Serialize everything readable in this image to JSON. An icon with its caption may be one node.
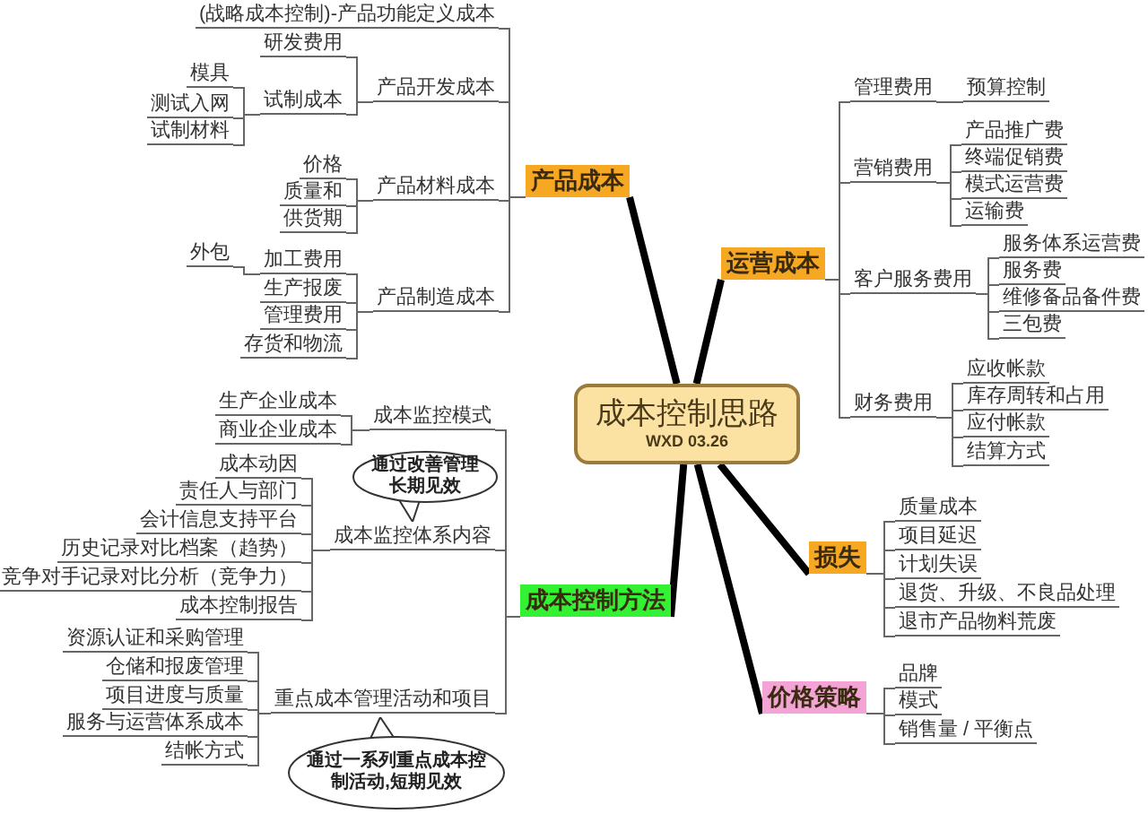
{
  "diagram": {
    "nodes": [
      {
        "text": [
          "成本控制思路",
          "WXD 03.26"
        ]
      },
      {
        "text": [
          "产品成本"
        ]
      },
      {
        "text": [
          "运营成本"
        ]
      },
      {
        "text": [
          "成本控制方法"
        ]
      },
      {
        "text": [
          "损失"
        ]
      },
      {
        "text": [
          "价格策略"
        ]
      },
      {
        "text": [
          "(战略成本控制)-产品功能定义成本"
        ]
      },
      {
        "text": [
          "产品开发成本"
        ]
      },
      {
        "text": [
          "研发费用"
        ]
      },
      {
        "text": [
          "试制成本"
        ]
      },
      {
        "text": [
          "模具"
        ]
      },
      {
        "text": [
          "测试入网"
        ]
      },
      {
        "text": [
          "试制材料"
        ]
      },
      {
        "text": [
          "产品材料成本"
        ]
      },
      {
        "text": [
          "价格"
        ]
      },
      {
        "text": [
          "质量和"
        ]
      },
      {
        "text": [
          "供货期"
        ]
      },
      {
        "text": [
          "产品制造成本"
        ]
      },
      {
        "text": [
          "加工费用"
        ]
      },
      {
        "text": [
          "外包"
        ]
      },
      {
        "text": [
          "生产报废"
        ]
      },
      {
        "text": [
          "管理费用"
        ]
      },
      {
        "text": [
          "存货和物流"
        ]
      },
      {
        "text": [
          "管理费用"
        ]
      },
      {
        "text": [
          "预算控制"
        ]
      },
      {
        "text": [
          "营销费用"
        ]
      },
      {
        "text": [
          "产品推广费"
        ]
      },
      {
        "text": [
          "终端促销费"
        ]
      },
      {
        "text": [
          "模式运营费"
        ]
      },
      {
        "text": [
          "运输费"
        ]
      },
      {
        "text": [
          "客户服务费用"
        ]
      },
      {
        "text": [
          "服务体系运营费"
        ]
      },
      {
        "text": [
          "服务费"
        ]
      },
      {
        "text": [
          "维修备品备件费"
        ]
      },
      {
        "text": [
          "三包费"
        ]
      },
      {
        "text": [
          "财务费用"
        ]
      },
      {
        "text": [
          "应收帐款"
        ]
      },
      {
        "text": [
          "库存周转和占用"
        ]
      },
      {
        "text": [
          "应付帐款"
        ]
      },
      {
        "text": [
          "结算方式"
        ]
      },
      {
        "text": [
          "质量成本"
        ]
      },
      {
        "text": [
          "项目延迟"
        ]
      },
      {
        "text": [
          "计划失误"
        ]
      },
      {
        "text": [
          "退货、升级、不良品处理"
        ]
      },
      {
        "text": [
          "退市产品物料荒废"
        ]
      },
      {
        "text": [
          "品牌"
        ]
      },
      {
        "text": [
          "模式"
        ]
      },
      {
        "text": [
          "销售量 / 平衡点"
        ]
      },
      {
        "text": [
          "成本监控模式"
        ]
      },
      {
        "text": [
          "生产企业成本"
        ]
      },
      {
        "text": [
          "商业企业成本"
        ]
      },
      {
        "text": [
          "成本监控体系内容"
        ]
      },
      {
        "text": [
          "成本动因"
        ]
      },
      {
        "text": [
          "责任人与部门"
        ]
      },
      {
        "text": [
          "会计信息支持平台"
        ]
      },
      {
        "text": [
          "历史记录对比档案（趋势）"
        ]
      },
      {
        "text": [
          "竞争对手记录对比分析（竞争力）"
        ]
      },
      {
        "text": [
          "成本控制报告"
        ]
      },
      {
        "text": [
          "重点成本管理活动和项目"
        ]
      },
      {
        "text": [
          "资源认证和采购管理"
        ]
      },
      {
        "text": [
          "仓储和报废管理"
        ]
      },
      {
        "text": [
          "项目进度与质量"
        ]
      },
      {
        "text": [
          "服务与运营体系成本"
        ]
      },
      {
        "text": [
          "结帐方式"
        ]
      },
      {
        "text": [
          "通过改善管理长期见效"
        ]
      },
      {
        "text": [
          "通过一系列重点成本控制活动,短期见效"
        ]
      }
    ],
    "edges": [
      {
        "from": 0,
        "to": 1,
        "arrow": "none",
        "style": "thick",
        "color": "#000000"
      },
      {
        "from": 0,
        "to": 2,
        "arrow": "none",
        "style": "thick",
        "color": "#000000"
      },
      {
        "from": 0,
        "to": 3,
        "arrow": "none",
        "style": "thick",
        "color": "#000000"
      },
      {
        "from": 0,
        "to": 4,
        "arrow": "none",
        "style": "thick",
        "color": "#000000"
      },
      {
        "from": 0,
        "to": 5,
        "arrow": "none",
        "style": "thick",
        "color": "#000000"
      },
      {
        "from": 1,
        "to": 6,
        "arrow": "none"
      },
      {
        "from": 1,
        "to": 7,
        "arrow": "none"
      },
      {
        "from": 7,
        "to": 8,
        "arrow": "none"
      },
      {
        "from": 7,
        "to": 9,
        "arrow": "none"
      },
      {
        "from": 9,
        "to": 10,
        "arrow": "none"
      },
      {
        "from": 9,
        "to": 11,
        "arrow": "none"
      },
      {
        "from": 9,
        "to": 12,
        "arrow": "none"
      },
      {
        "from": 1,
        "to": 13,
        "arrow": "none"
      },
      {
        "from": 13,
        "to": 14,
        "arrow": "none"
      },
      {
        "from": 13,
        "to": 15,
        "arrow": "none"
      },
      {
        "from": 13,
        "to": 16,
        "arrow": "none"
      },
      {
        "from": 1,
        "to": 17,
        "arrow": "none"
      },
      {
        "from": 17,
        "to": 18,
        "arrow": "none"
      },
      {
        "from": 18,
        "to": 19,
        "arrow": "none"
      },
      {
        "from": 17,
        "to": 20,
        "arrow": "none"
      },
      {
        "from": 17,
        "to": 21,
        "arrow": "none"
      },
      {
        "from": 17,
        "to": 22,
        "arrow": "none"
      },
      {
        "from": 2,
        "to": 23,
        "arrow": "none"
      },
      {
        "from": 23,
        "to": 24,
        "arrow": "none"
      },
      {
        "from": 2,
        "to": 25,
        "arrow": "none"
      },
      {
        "from": 25,
        "to": 26,
        "arrow": "none"
      },
      {
        "from": 25,
        "to": 27,
        "arrow": "none"
      },
      {
        "from": 25,
        "to": 28,
        "arrow": "none"
      },
      {
        "from": 25,
        "to": 29,
        "arrow": "none"
      },
      {
        "from": 2,
        "to": 30,
        "arrow": "none"
      },
      {
        "from": 30,
        "to": 31,
        "arrow": "none"
      },
      {
        "from": 30,
        "to": 32,
        "arrow": "none"
      },
      {
        "from": 30,
        "to": 33,
        "arrow": "none"
      },
      {
        "from": 30,
        "to": 34,
        "arrow": "none"
      },
      {
        "from": 2,
        "to": 35,
        "arrow": "none"
      },
      {
        "from": 35,
        "to": 36,
        "arrow": "none"
      },
      {
        "from": 35,
        "to": 37,
        "arrow": "none"
      },
      {
        "from": 35,
        "to": 38,
        "arrow": "none"
      },
      {
        "from": 35,
        "to": 39,
        "arrow": "none"
      },
      {
        "from": 4,
        "to": 40,
        "arrow": "none"
      },
      {
        "from": 4,
        "to": 41,
        "arrow": "none"
      },
      {
        "from": 4,
        "to": 42,
        "arrow": "none"
      },
      {
        "from": 4,
        "to": 43,
        "arrow": "none"
      },
      {
        "from": 4,
        "to": 44,
        "arrow": "none"
      },
      {
        "from": 5,
        "to": 45,
        "arrow": "none"
      },
      {
        "from": 5,
        "to": 46,
        "arrow": "none"
      },
      {
        "from": 5,
        "to": 47,
        "arrow": "none"
      },
      {
        "from": 3,
        "to": 48,
        "arrow": "none"
      },
      {
        "from": 48,
        "to": 49,
        "arrow": "none"
      },
      {
        "from": 48,
        "to": 50,
        "arrow": "none"
      },
      {
        "from": 3,
        "to": 51,
        "arrow": "none"
      },
      {
        "from": 51,
        "to": 52,
        "arrow": "none"
      },
      {
        "from": 51,
        "to": 53,
        "arrow": "none"
      },
      {
        "from": 51,
        "to": 54,
        "arrow": "none"
      },
      {
        "from": 51,
        "to": 55,
        "arrow": "none"
      },
      {
        "from": 51,
        "to": 56,
        "arrow": "none"
      },
      {
        "from": 51,
        "to": 57,
        "arrow": "none"
      },
      {
        "from": 3,
        "to": 58,
        "arrow": "none"
      },
      {
        "from": 58,
        "to": 59,
        "arrow": "none"
      },
      {
        "from": 58,
        "to": 60,
        "arrow": "none"
      },
      {
        "from": 58,
        "to": 61,
        "arrow": "none"
      },
      {
        "from": 58,
        "to": 62,
        "arrow": "none"
      },
      {
        "from": 58,
        "to": 63,
        "arrow": "none"
      }
    ]
  }
}
